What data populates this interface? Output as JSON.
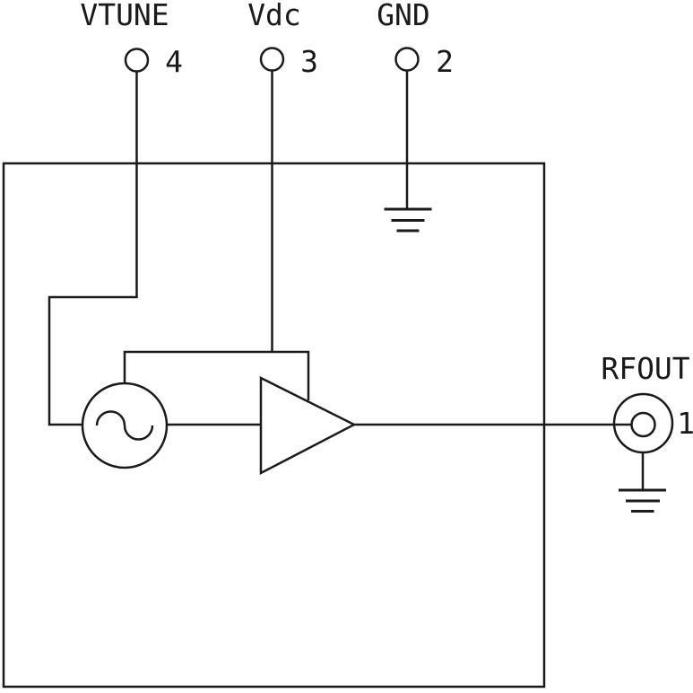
{
  "schematic": {
    "description": "Functional block diagram of a voltage-controlled oscillator package",
    "pins": [
      {
        "label": "RFOUT",
        "number": "1"
      },
      {
        "label": "GND",
        "number": "2"
      },
      {
        "label": "Vdc",
        "number": "3"
      },
      {
        "label": "VTUNE",
        "number": "4"
      }
    ],
    "components": [
      {
        "name": "oscillator",
        "symbol": "circle-with-sine-wave"
      },
      {
        "name": "amplifier",
        "symbol": "triangle-buffer"
      },
      {
        "name": "package-outline",
        "symbol": "rectangle"
      },
      {
        "name": "earth-ground",
        "symbol": "three-bar-ground",
        "count": 2
      },
      {
        "name": "rf-output-connector",
        "symbol": "concentric-circles"
      }
    ]
  },
  "colors": {
    "line": "#1a1a1a",
    "background": "#ffffff"
  }
}
